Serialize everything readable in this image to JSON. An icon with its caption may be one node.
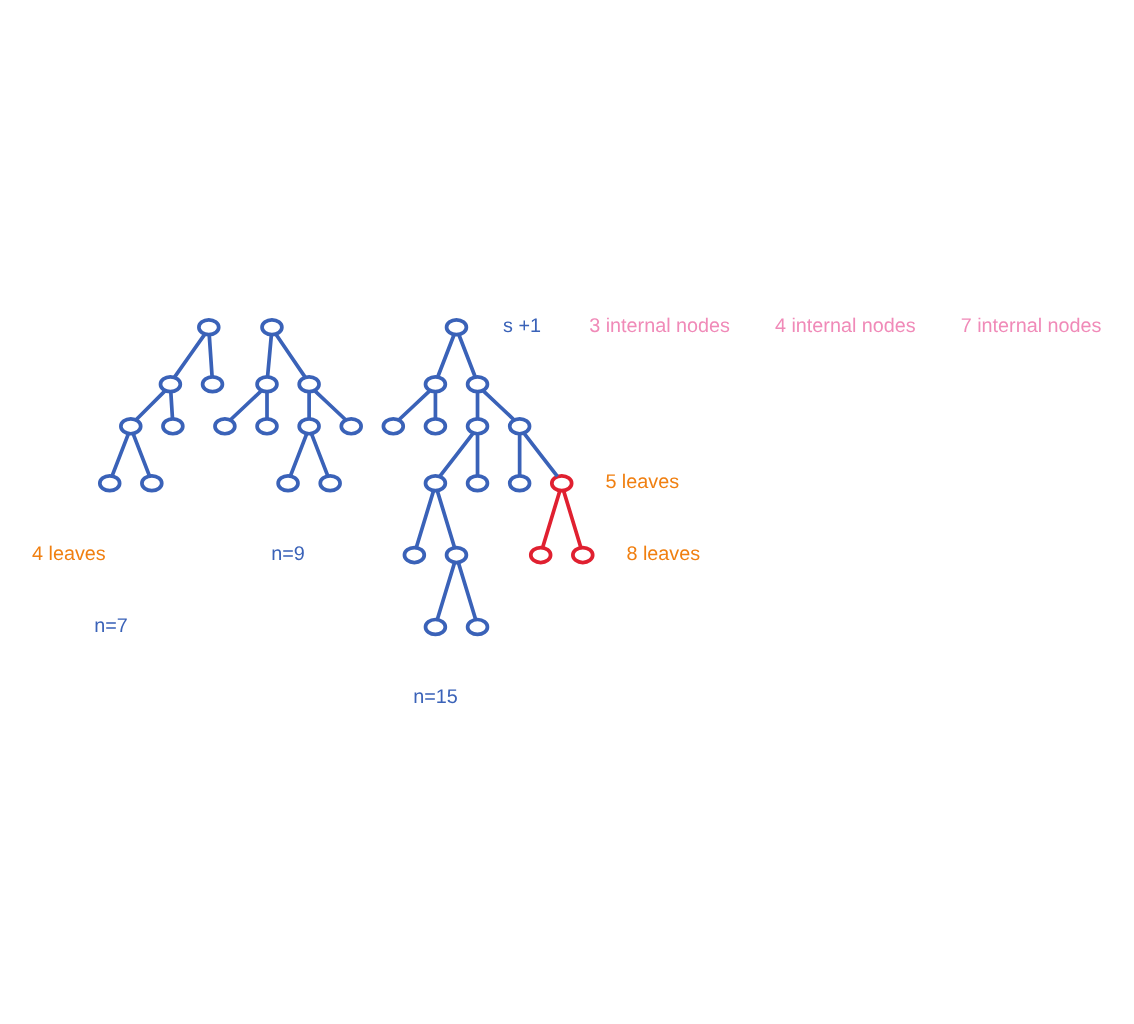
{
  "diagram": {
    "nodes": [
      {
        "text": [],
        "shape": "circle"
      },
      {
        "text": [],
        "shape": "circle"
      },
      {
        "text": [],
        "shape": "circle"
      },
      {
        "text": [],
        "shape": "circle"
      },
      {
        "text": [],
        "shape": "circle"
      },
      {
        "text": [],
        "shape": "circle"
      },
      {
        "text": [],
        "shape": "circle"
      },
      {
        "text": [],
        "shape": "circle"
      },
      {
        "text": [],
        "shape": "circle"
      },
      {
        "text": [],
        "shape": "circle"
      },
      {
        "text": [],
        "shape": "circle"
      },
      {
        "text": [],
        "shape": "circle"
      },
      {
        "text": [],
        "shape": "circle"
      },
      {
        "text": [],
        "shape": "circle"
      },
      {
        "text": [],
        "shape": "circle"
      },
      {
        "text": [],
        "shape": "circle"
      },
      {
        "text": [],
        "shape": "circle"
      },
      {
        "text": [],
        "shape": "circle"
      },
      {
        "text": [],
        "shape": "circle"
      },
      {
        "text": [],
        "shape": "circle"
      },
      {
        "text": [],
        "shape": "circle"
      },
      {
        "text": [],
        "shape": "circle"
      },
      {
        "text": [],
        "shape": "circle"
      },
      {
        "text": [],
        "shape": "circle"
      },
      {
        "text": [],
        "shape": "circle"
      },
      {
        "text": [],
        "shape": "circle"
      },
      {
        "text": [],
        "shape": "circle"
      },
      {
        "text": [],
        "shape": "circle"
      },
      {
        "text": [],
        "shape": "circle"
      },
      {
        "text": [],
        "shape": "circle"
      },
      {
        "text": [],
        "shape": "circle"
      },
      {
        "text": [],
        "shape": "circle"
      },
      {
        "text": [],
        "shape": "circle"
      }
    ],
    "edges": [
      {
        "from": 0,
        "to": 1,
        "arrow": "none"
      },
      {
        "from": 0,
        "to": 2,
        "arrow": "none"
      },
      {
        "from": 1,
        "to": 3,
        "arrow": "none"
      },
      {
        "from": 1,
        "to": 4,
        "arrow": "none"
      },
      {
        "from": 3,
        "to": 5,
        "arrow": "none"
      },
      {
        "from": 3,
        "to": 6,
        "arrow": "none"
      },
      {
        "from": 7,
        "to": 8,
        "arrow": "none"
      },
      {
        "from": 7,
        "to": 9,
        "arrow": "none"
      },
      {
        "from": 8,
        "to": 10,
        "arrow": "none"
      },
      {
        "from": 8,
        "to": 11,
        "arrow": "none"
      },
      {
        "from": 9,
        "to": 12,
        "arrow": "none"
      },
      {
        "from": 9,
        "to": 13,
        "arrow": "none"
      },
      {
        "from": 12,
        "to": 14,
        "arrow": "none"
      },
      {
        "from": 12,
        "to": 15,
        "arrow": "none"
      },
      {
        "from": 16,
        "to": 17,
        "arrow": "none"
      },
      {
        "from": 16,
        "to": 18,
        "arrow": "none"
      },
      {
        "from": 17,
        "to": 19,
        "arrow": "none"
      },
      {
        "from": 17,
        "to": 20,
        "arrow": "none"
      },
      {
        "from": 18,
        "to": 21,
        "arrow": "none"
      },
      {
        "from": 18,
        "to": 22,
        "arrow": "none"
      },
      {
        "from": 21,
        "to": 23,
        "arrow": "none"
      },
      {
        "from": 21,
        "to": 24,
        "arrow": "none"
      },
      {
        "from": 22,
        "to": 25,
        "arrow": "none"
      },
      {
        "from": 22,
        "to": 26,
        "arrow": "none"
      },
      {
        "from": 23,
        "to": 27,
        "arrow": "none"
      },
      {
        "from": 23,
        "to": 28,
        "arrow": "none"
      },
      {
        "from": 26,
        "to": 29,
        "arrow": "none",
        "color": "#e02030"
      },
      {
        "from": 26,
        "to": 30,
        "arrow": "none",
        "color": "#e02030"
      },
      {
        "from": 28,
        "to": 31,
        "arrow": "none"
      },
      {
        "from": 28,
        "to": 32,
        "arrow": "none"
      }
    ],
    "labels": [
      "s +1",
      "3 internal nodes",
      "4 internal nodes",
      "4 leaves",
      "n=7",
      "5 leaves",
      "n=9",
      "7 internal nodes",
      "8 leaves",
      "n=15"
    ]
  }
}
